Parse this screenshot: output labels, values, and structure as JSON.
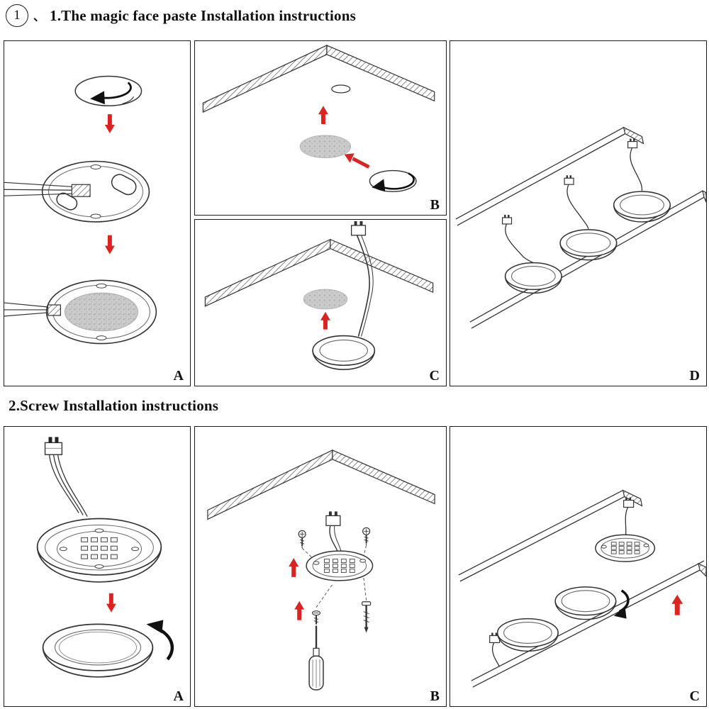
{
  "header": {
    "badge": "1",
    "separator": "、",
    "section1_title": "1.The magic face paste Installation instructions",
    "section2_title": "2.Screw Installation instructions"
  },
  "sections": {
    "paste": {
      "panels": [
        {
          "label": "A"
        },
        {
          "label": "B"
        },
        {
          "label": "C"
        },
        {
          "label": "D"
        }
      ]
    },
    "screw": {
      "panels": [
        {
          "label": "A"
        },
        {
          "label": "B"
        },
        {
          "label": "C"
        }
      ]
    }
  },
  "colors": {
    "arrow_red": "#dd2222",
    "line_black": "#333333",
    "adhesive_gray": "#cbcbcb"
  }
}
